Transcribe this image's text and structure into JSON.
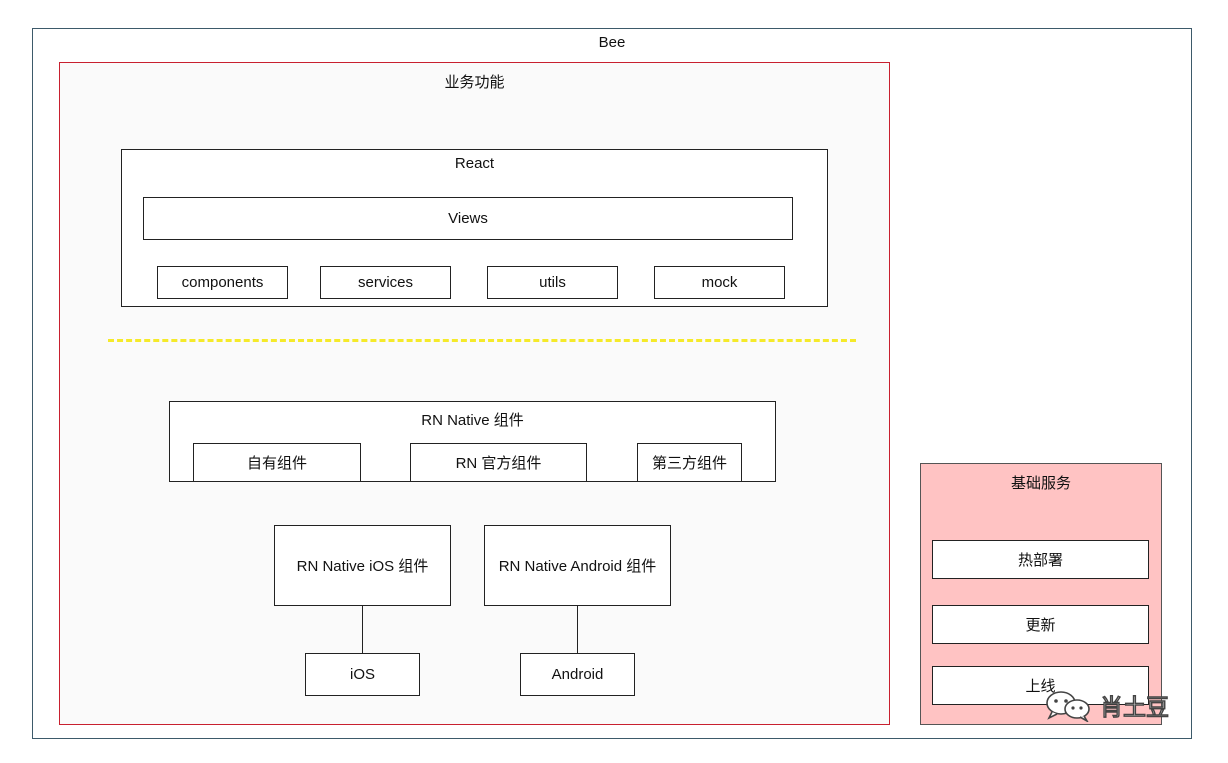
{
  "outer": {
    "title": "Bee"
  },
  "business": {
    "title": "业务功能",
    "react": {
      "title": "React",
      "views": "Views",
      "modules": [
        "components",
        "services",
        "utils",
        "mock"
      ]
    },
    "rn_native": {
      "title": "RN Native  组件",
      "items": [
        "自有组件",
        "RN 官方组件",
        "第三方组件"
      ]
    },
    "platforms": [
      {
        "component": "RN Native iOS 组件",
        "platform": "iOS"
      },
      {
        "component": "RN Native Android 组件",
        "platform": "Android"
      }
    ]
  },
  "infra": {
    "title": "基础服务",
    "items": [
      "热部署",
      "更新",
      "上线"
    ]
  },
  "watermark": {
    "text": "肖土豆",
    "icon": "wechat-icon"
  },
  "colors": {
    "business_border": "#c8202f",
    "infra_fill": "#ffc3c3",
    "separator": "#f5ea2a"
  }
}
